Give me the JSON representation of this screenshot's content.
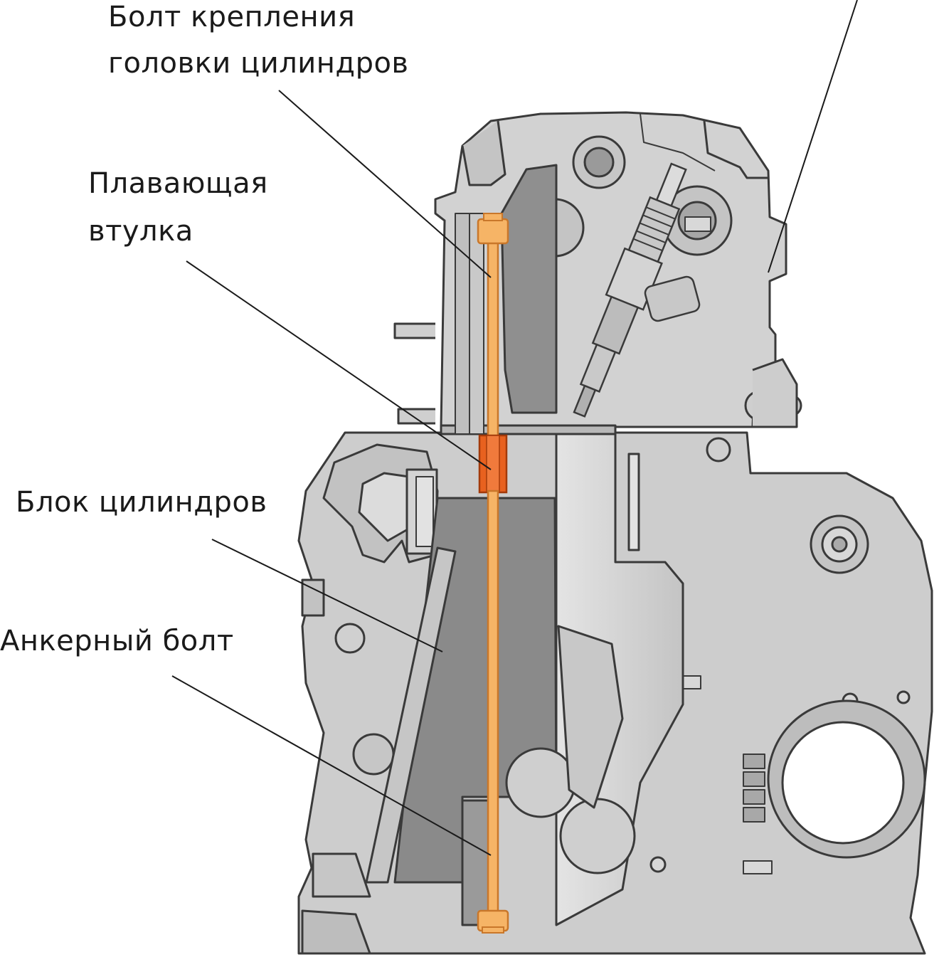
{
  "labels": {
    "head_bolt_line1": "Болт крепления",
    "head_bolt_line2": "головки цилиндров",
    "sleeve_line1": "Плавающая",
    "sleeve_line2": "втулка",
    "block": "Блок цилиндров",
    "anchor_bolt": "Анкерный болт"
  },
  "colors": {
    "bolt": "#f6b466",
    "bolt_outline": "#c9772a",
    "sleeve": "#e8611f",
    "metal_light": "#d6d6d6",
    "metal_mid": "#bdbdbd",
    "metal_dark": "#8c8c8c",
    "outline": "#3a3a3a"
  }
}
